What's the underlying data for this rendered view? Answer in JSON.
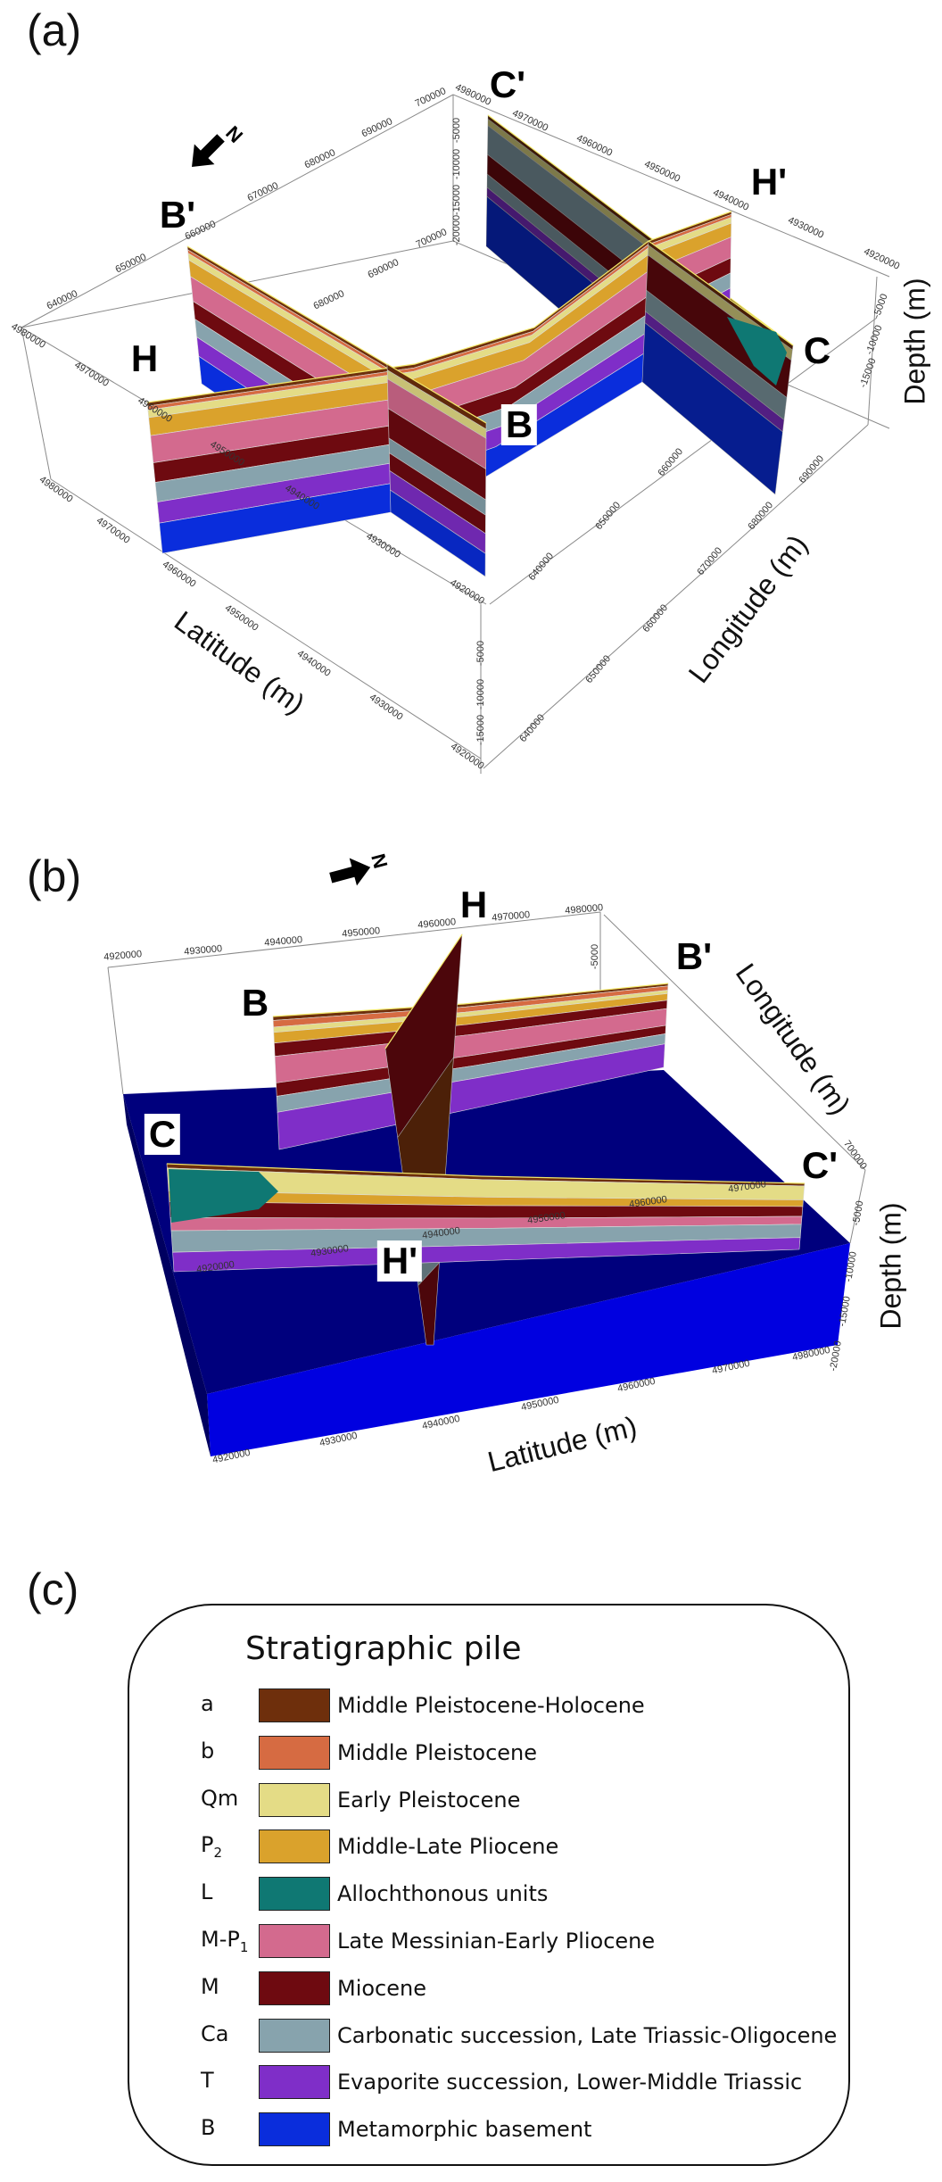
{
  "panels": {
    "a": {
      "label": "(a)",
      "sections": {
        "c_prime": "C'",
        "b_prime": "B'",
        "h_prime": "H'",
        "h": "H",
        "b": "B",
        "c": "C"
      },
      "north": "N",
      "axis_titles": {
        "depth": "Depth (m)",
        "latitude": "Latitude (m)",
        "longitude": "Longitude (m)"
      },
      "ticks": {
        "lon_top": [
          "700000",
          "690000",
          "680000",
          "670000",
          "660000",
          "650000",
          "640000"
        ],
        "lat_top": [
          "4980000",
          "4970000",
          "4960000",
          "4950000",
          "4940000",
          "4930000",
          "4920000"
        ],
        "depth_back": [
          "-5000",
          "-10000",
          "-15000",
          "-20000"
        ],
        "lon_inner": [
          "700000",
          "690000",
          "680000"
        ],
        "lat_left": [
          "4980000",
          "4970000",
          "4960000",
          "4950000",
          "4940000",
          "4930000",
          "4920000"
        ],
        "lat_bottom": [
          "4980000",
          "4970000",
          "4960000",
          "4950000",
          "4940000",
          "4930000",
          "4920000"
        ],
        "lon_lower": [
          "640000",
          "650000",
          "660000",
          "670000",
          "680000",
          "690000",
          "640000",
          "650000",
          "660000"
        ],
        "depth_front": [
          "-5000",
          "-10000",
          "-15000"
        ],
        "depth_right": [
          "-5000",
          "-10000",
          "-15000"
        ]
      }
    },
    "b": {
      "label": "(b)",
      "sections": {
        "h": "H",
        "b": "B",
        "b_prime": "B'",
        "c": "C",
        "c_prime": "C'",
        "h_prime": "H'"
      },
      "north": "N",
      "axis_titles": {
        "depth": "Depth (m)",
        "latitude": "Latitude (m)",
        "longitude": "Longitude (m)"
      },
      "ticks": {
        "lat_top": [
          "4920000",
          "4930000",
          "4940000",
          "4950000",
          "4960000",
          "4970000",
          "4980000"
        ],
        "lat_bottom": [
          "4920000",
          "4930000",
          "4940000",
          "4950000",
          "4960000",
          "4970000",
          "4980000"
        ],
        "lat_inner": [
          "4970000",
          "4960000",
          "4950000",
          "4940000",
          "4930000",
          "4920000"
        ],
        "depth_right": [
          "-5000",
          "-10000",
          "-15000",
          "-20000"
        ],
        "depth_back": [
          "-5000"
        ],
        "lon_right": [
          "700000"
        ]
      }
    },
    "c": {
      "label": "(c)",
      "legend_title": "Stratigraphic pile",
      "units": [
        {
          "abbr": "a",
          "sub": "",
          "name": "Middle Pleistocene-Holocene",
          "color": "#6e2f0c"
        },
        {
          "abbr": "b",
          "sub": "",
          "name": "Middle Pleistocene",
          "color": "#d66b42"
        },
        {
          "abbr": "Qm",
          "sub": "",
          "name": "Early Pleistocene",
          "color": "#e4dc86"
        },
        {
          "abbr": "P",
          "sub": "2",
          "name": "Middle-Late Pliocene",
          "color": "#daa22c"
        },
        {
          "abbr": "L",
          "sub": "",
          "name": "Allochthonous units",
          "color": "#0f7873"
        },
        {
          "abbr": "M-P",
          "sub": "1",
          "name": "Late Messinian-Early Pliocene",
          "color": "#d36a8e"
        },
        {
          "abbr": "M",
          "sub": "",
          "name": "Miocene",
          "color": "#6e0a10"
        },
        {
          "abbr": "Ca",
          "sub": "",
          "name": "Carbonatic succession, Late Triassic-Oligocene",
          "color": "#87a3ad"
        },
        {
          "abbr": "T",
          "sub": "",
          "name": "Evaporite succession, Lower-Middle Triassic",
          "color": "#7f2ec8"
        },
        {
          "abbr": "B",
          "sub": "",
          "name": "Metamorphic basement",
          "color": "#0a2ddc"
        }
      ]
    }
  },
  "colors": {
    "basement_top": "#00007d",
    "basement_front": "#0000e0",
    "axis": "#888888"
  }
}
